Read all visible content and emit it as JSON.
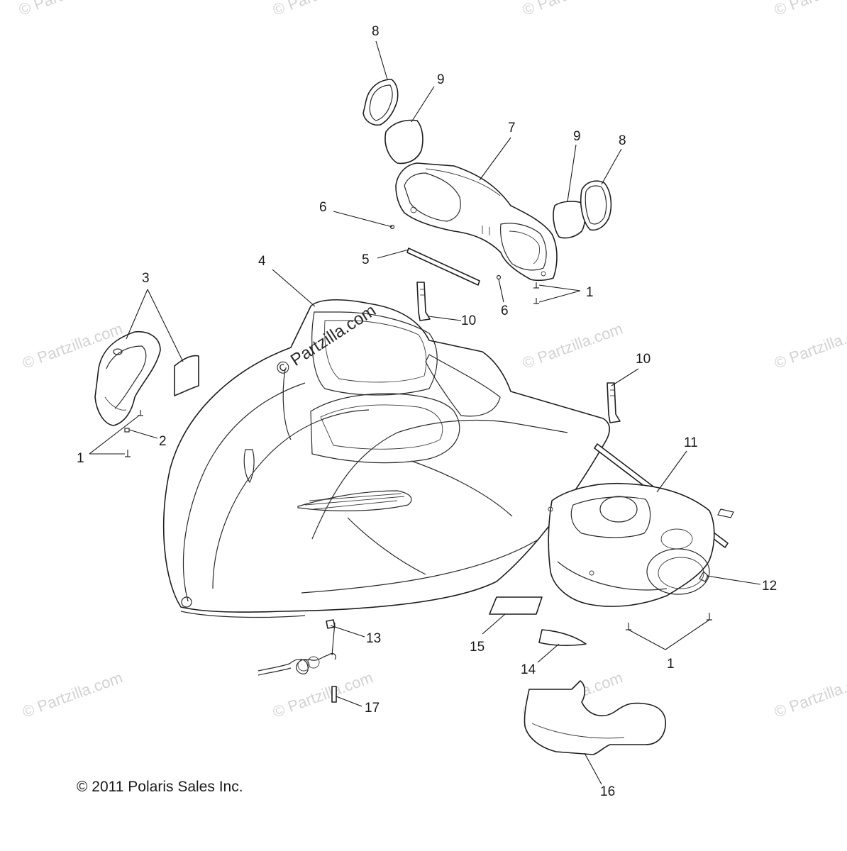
{
  "diagram": {
    "callouts": {
      "c1a": "1",
      "c1b": "1",
      "c1c": "1",
      "c2": "2",
      "c3": "3",
      "c4": "4",
      "c5": "5",
      "c6a": "6",
      "c6b": "6",
      "c7": "7",
      "c8a": "8",
      "c8b": "8",
      "c9a": "9",
      "c9b": "9",
      "c10a": "10",
      "c10b": "10",
      "c11": "11",
      "c12": "12",
      "c13": "13",
      "c14": "14",
      "c15": "15",
      "c16": "16",
      "c17": "17"
    },
    "watermark": "© Partzilla.com",
    "copyright": "© 2011 Polaris Sales Inc."
  },
  "colors": {
    "line": "#1e1e1e",
    "watermark": "#d2d2d2",
    "background": "#ffffff"
  }
}
